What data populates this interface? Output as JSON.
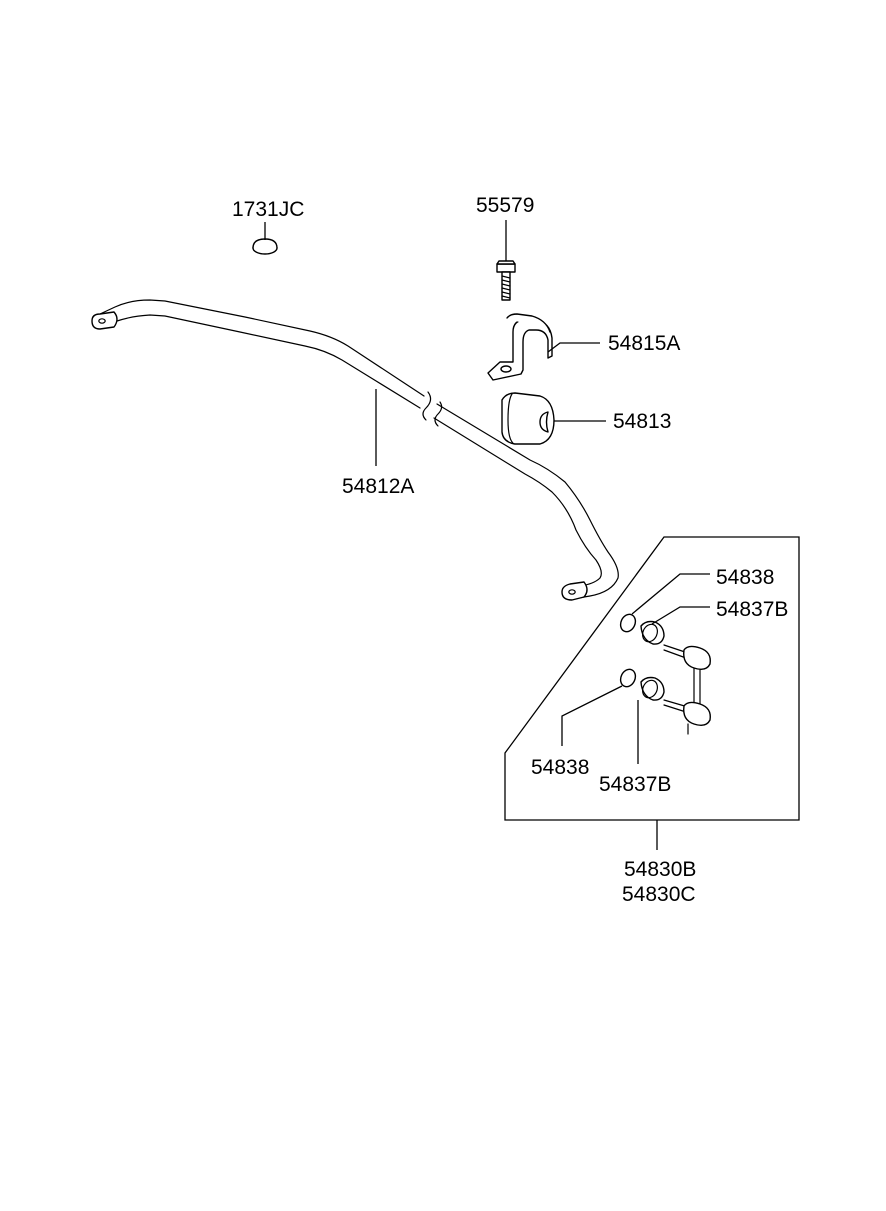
{
  "labels": {
    "plug": "1731JC",
    "bolt": "55579",
    "bracket": "54815A",
    "bushing": "54813",
    "stabilizer_bar": "54812A",
    "upper_ring": "54838",
    "upper_bushing": "54837B",
    "lower_ring": "54838",
    "lower_bushing": "54837B",
    "link_assy_1": "54830B",
    "link_assy_2": "54830C"
  },
  "colors": {
    "line": "#000000",
    "background": "#ffffff"
  }
}
